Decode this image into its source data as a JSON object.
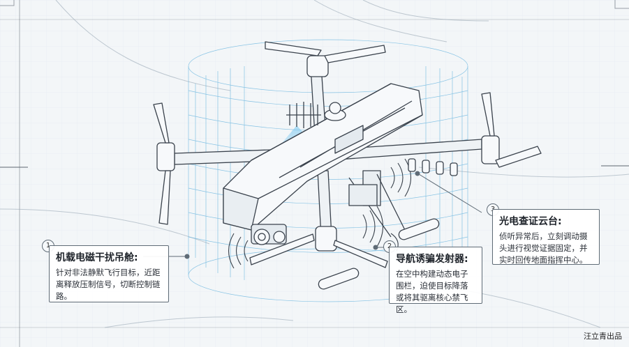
{
  "diagram": {
    "callouts": [
      {
        "number": "1",
        "title": "机载电磁干扰吊舱:",
        "body": "针对非法静默飞行目标，近距离释放压制信号，切断控制链路。"
      },
      {
        "number": "2",
        "title": "导航诱骗发射器:",
        "body": "在空中构建动态电子围栏，迫使目标降落或将其驱离核心禁飞区。"
      },
      {
        "number": "3",
        "title": "光电查证云台:",
        "body": "侦听异常后，立刻调动摄头进行视觉证据固定，并实时回传地面指挥中心。"
      }
    ],
    "credit": "汪立青出品"
  },
  "colors": {
    "line": "#3a424c",
    "blueprint_grid": "#c9d6e2",
    "field_cyan": "#5aaedc",
    "background": "#f3f6f8"
  }
}
